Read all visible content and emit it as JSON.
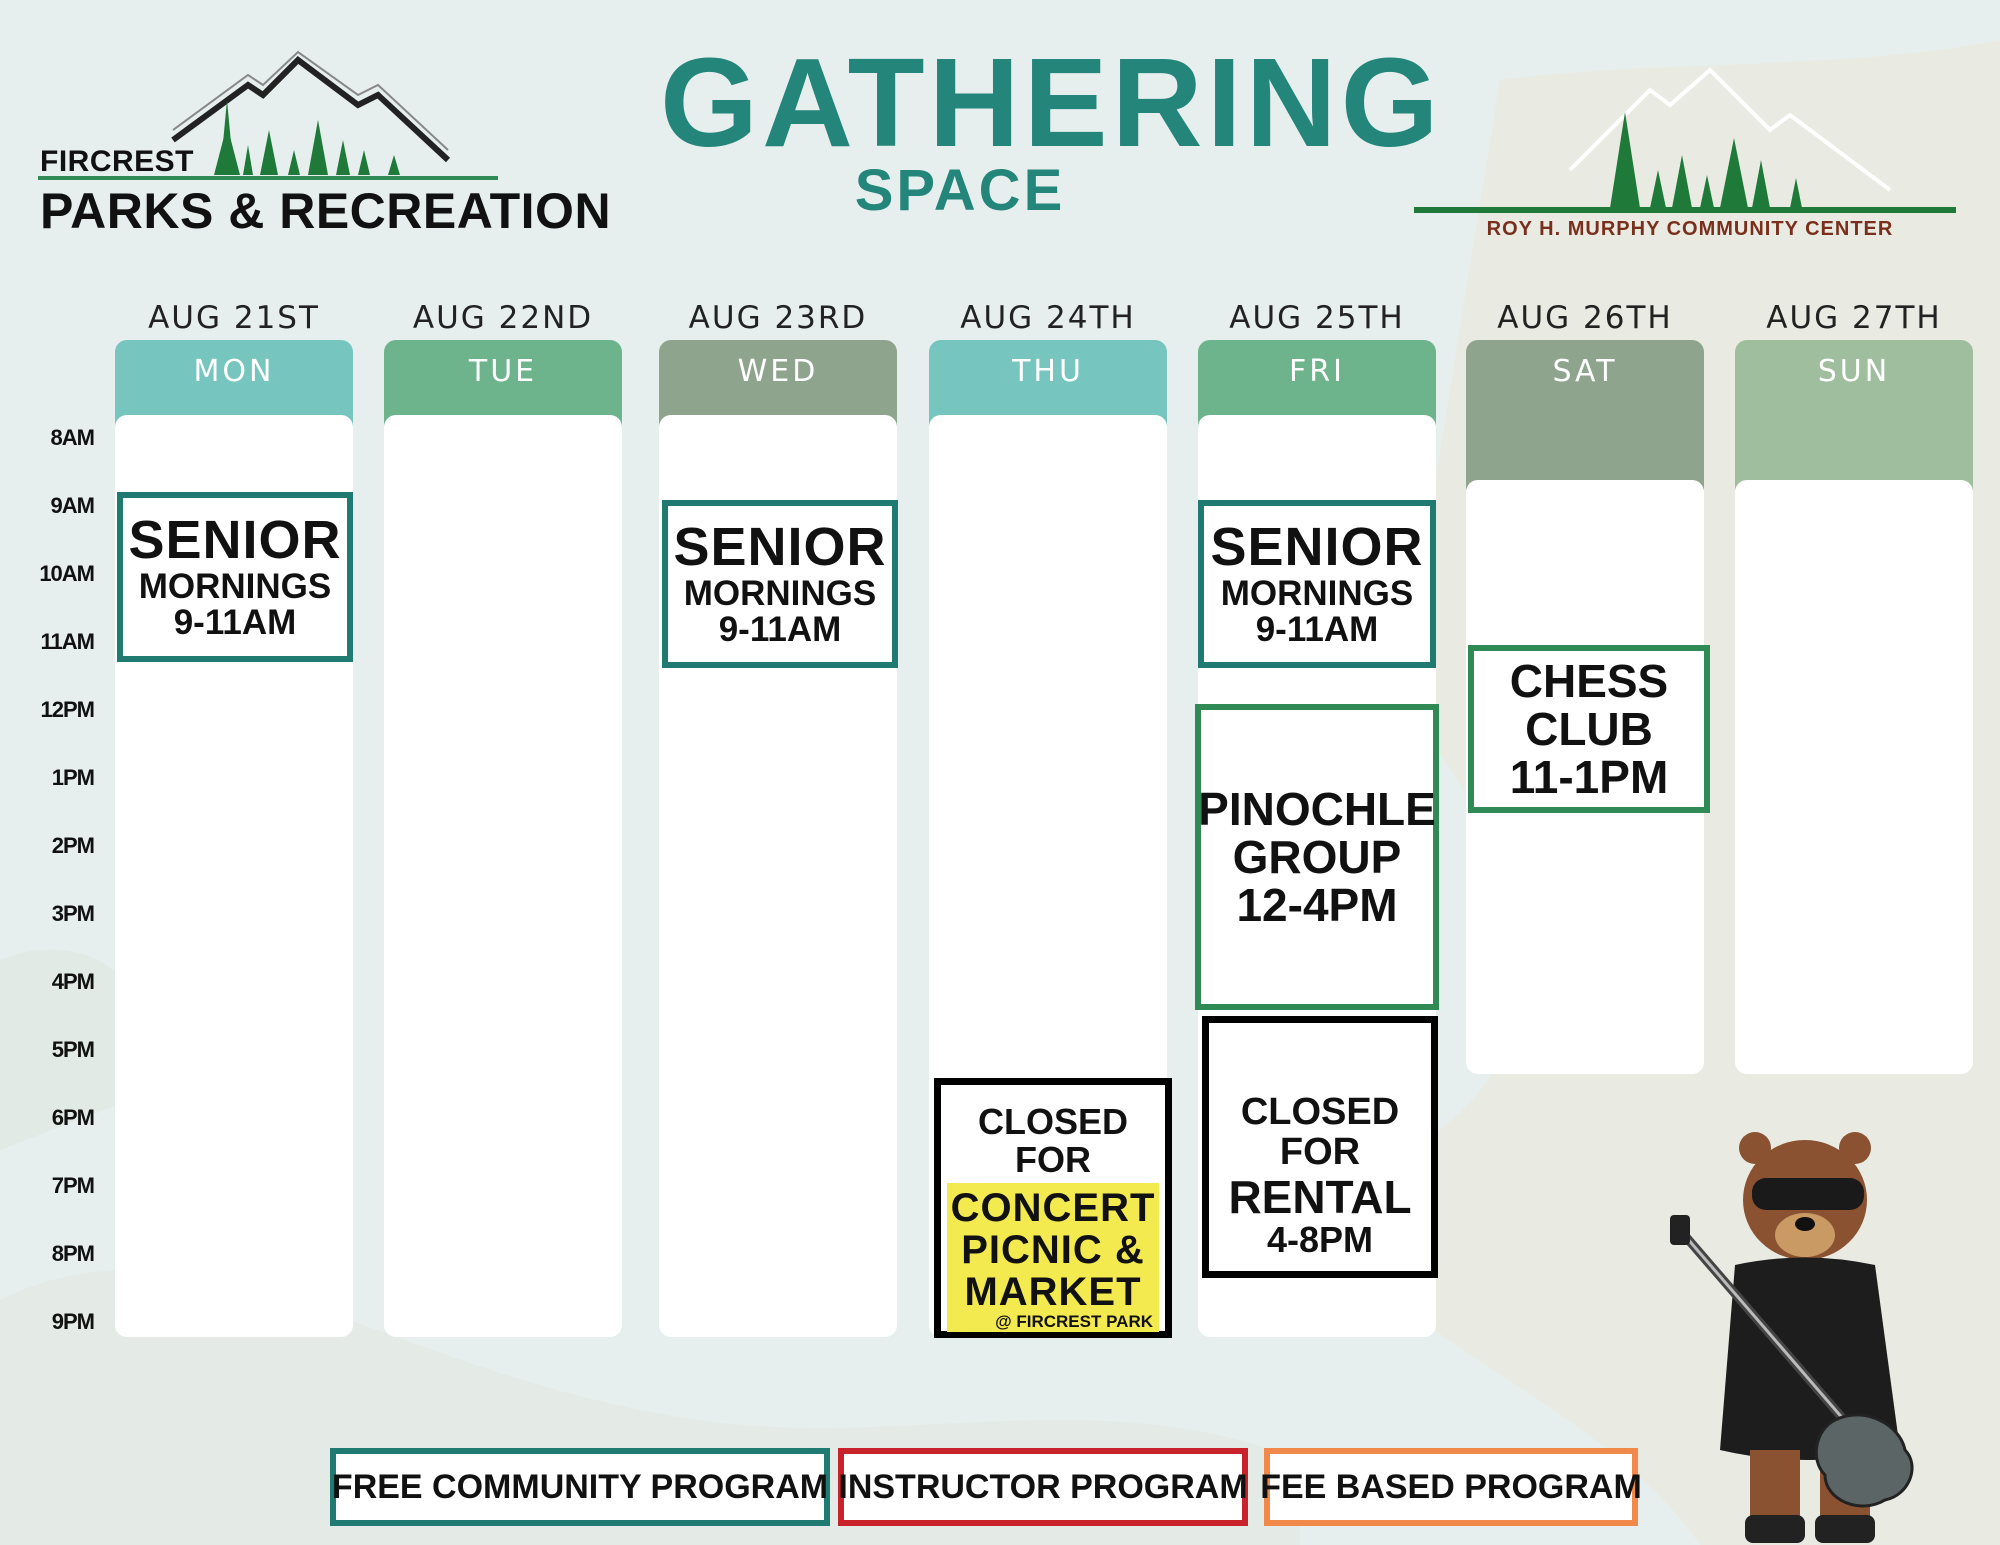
{
  "header": {
    "brand_small": "FIRCREST",
    "brand_big": "PARKS & RECREATION",
    "title_main": "GATHERING",
    "title_sub": "SPACE",
    "center_name": "ROY H. MURPHY COMMUNITY CENTER"
  },
  "colors": {
    "title": "#24857a",
    "teal_head": "#76c6bf",
    "green_head": "#6db38c",
    "sage_head": "#8ea48d",
    "light_sage_head": "#9fbe9e",
    "free_border": "#1f7a72",
    "instructor_border": "#c8222a",
    "fee_border": "#f0894a",
    "concert_bg": "#f3ea4f"
  },
  "times": [
    "8AM",
    "9AM",
    "10AM",
    "11AM",
    "12PM",
    "1PM",
    "2PM",
    "3PM",
    "4PM",
    "5PM",
    "6PM",
    "7PM",
    "8PM",
    "9PM"
  ],
  "days": [
    {
      "date": "AUG 21ST",
      "name": "MON"
    },
    {
      "date": "AUG 22ND",
      "name": "TUE"
    },
    {
      "date": "AUG 23RD",
      "name": "WED"
    },
    {
      "date": "AUG 24TH",
      "name": "THU"
    },
    {
      "date": "AUG 25TH",
      "name": "FRI"
    },
    {
      "date": "AUG 26TH",
      "name": "SAT"
    },
    {
      "date": "AUG 27TH",
      "name": "SUN"
    }
  ],
  "events": {
    "senior": {
      "l1": "SENIOR",
      "l2": "MORNINGS",
      "l3": "9-11AM"
    },
    "pinochle": {
      "l1": "PINOCHLE",
      "l2": "GROUP",
      "l3": "12-4PM"
    },
    "chess": {
      "l1": "CHESS",
      "l2": "CLUB",
      "l3": "11-1PM"
    },
    "rental": {
      "l1": "CLOSED FOR",
      "l2": "RENTAL",
      "l3": "4-8PM"
    },
    "concert": {
      "l1": "CLOSED FOR",
      "l2": "CONCERT",
      "l3": "PICNIC &",
      "l4": "MARKET",
      "l5": "@ FIRCREST PARK"
    }
  },
  "legend": {
    "free": "FREE COMMUNITY PROGRAM",
    "instructor": "INSTRUCTOR PROGRAM",
    "fee": "FEE BASED PROGRAM"
  },
  "icons": [
    "mountain-icon",
    "pine-tree-icon",
    "bear-mascot-icon",
    "guitar-icon"
  ]
}
